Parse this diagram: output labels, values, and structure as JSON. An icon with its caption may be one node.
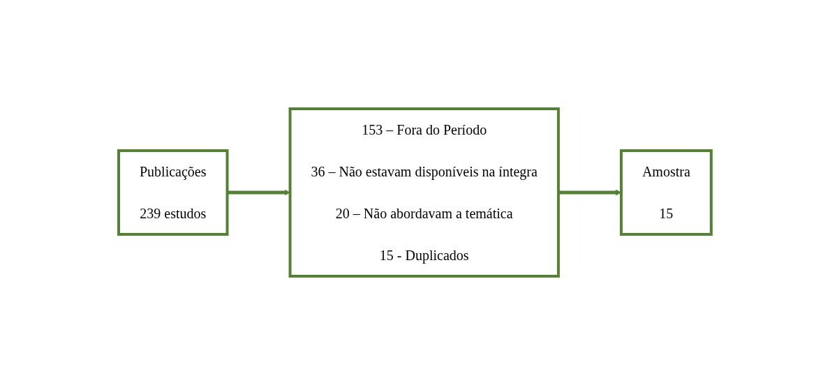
{
  "diagram": {
    "nodes": [
      {
        "text": [
          "Publicações",
          "239 estudos"
        ]
      },
      {
        "text": [
          "153 – Fora do Período",
          "36 – Não estavam disponíveis na íntegra",
          "20 – Não abordavam a temática",
          "15 - Duplicados"
        ]
      },
      {
        "text": [
          "Amostra",
          "15"
        ]
      }
    ],
    "edges": [
      {
        "from": 0,
        "to": 1,
        "arrow": "to"
      },
      {
        "from": 1,
        "to": 2,
        "arrow": "to"
      }
    ]
  }
}
